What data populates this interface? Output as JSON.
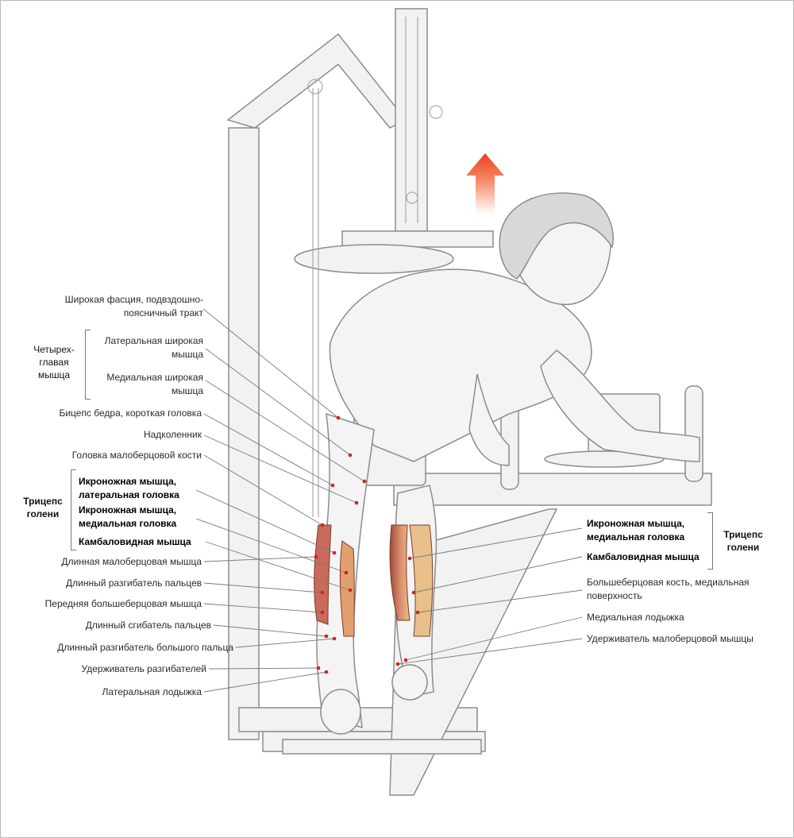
{
  "colors": {
    "line": "#7a7a7a",
    "sketch": "#8c8c8c",
    "muscle": "#c96a5a",
    "marker": "#d42020",
    "arrow_top": "#ffffff",
    "arrow_bottom": "#e8421c"
  },
  "labels_left": [
    {
      "key": "fascia",
      "text": "Широкая фасция, подвздошно-\nпоясничный тракт"
    },
    {
      "key": "vastus_lat",
      "text": "Латеральная широкая\nмышца"
    },
    {
      "key": "vastus_med",
      "text": "Медиальная широкая\nмышца"
    },
    {
      "key": "biceps",
      "text": "Бицепс бедра, короткая головка"
    },
    {
      "key": "patella",
      "text": "Надколенник"
    },
    {
      "key": "fibula_head",
      "text": "Головка малоберцовой кости"
    },
    {
      "key": "gastro_lat",
      "text": "Икроножная мышца,\nлатеральная головка"
    },
    {
      "key": "gastro_med",
      "text": "Икроножная мышца,\nмедиальная головка"
    },
    {
      "key": "soleus",
      "text": "Камбаловидная мышца"
    },
    {
      "key": "peroneus",
      "text": "Длинная малоберцовая мышца"
    },
    {
      "key": "ext_dig",
      "text": "Длинный разгибатель пальцев"
    },
    {
      "key": "tib_ant",
      "text": "Передняя большеберцовая мышца"
    },
    {
      "key": "flex_dig",
      "text": "Длинный сгибатель пальцев"
    },
    {
      "key": "ext_hal",
      "text": "Длинный разгибатель большого пальца"
    },
    {
      "key": "ret_ext",
      "text": "Удерживатель разгибателей"
    },
    {
      "key": "malleolus_lat",
      "text": "Латеральная лодыжка"
    }
  ],
  "labels_right": [
    {
      "key": "gastro_med_r",
      "text": "Икроножная мышца,\nмедиальная головка"
    },
    {
      "key": "soleus_r",
      "text": "Камбаловидная мышца"
    },
    {
      "key": "tibia_surface",
      "text": "Большеберцовая кость, медиальная\nповерхность"
    },
    {
      "key": "malleolus_med",
      "text": "Медиальная лодыжка"
    },
    {
      "key": "ret_per",
      "text": "Удерживатель малоберцовой мышцы"
    }
  ],
  "groups": {
    "quadriceps": "Четырех-\nглавая\nмышца",
    "triceps_left": "Трицепс\nголени",
    "triceps_right": "Трицепс\nголени"
  }
}
